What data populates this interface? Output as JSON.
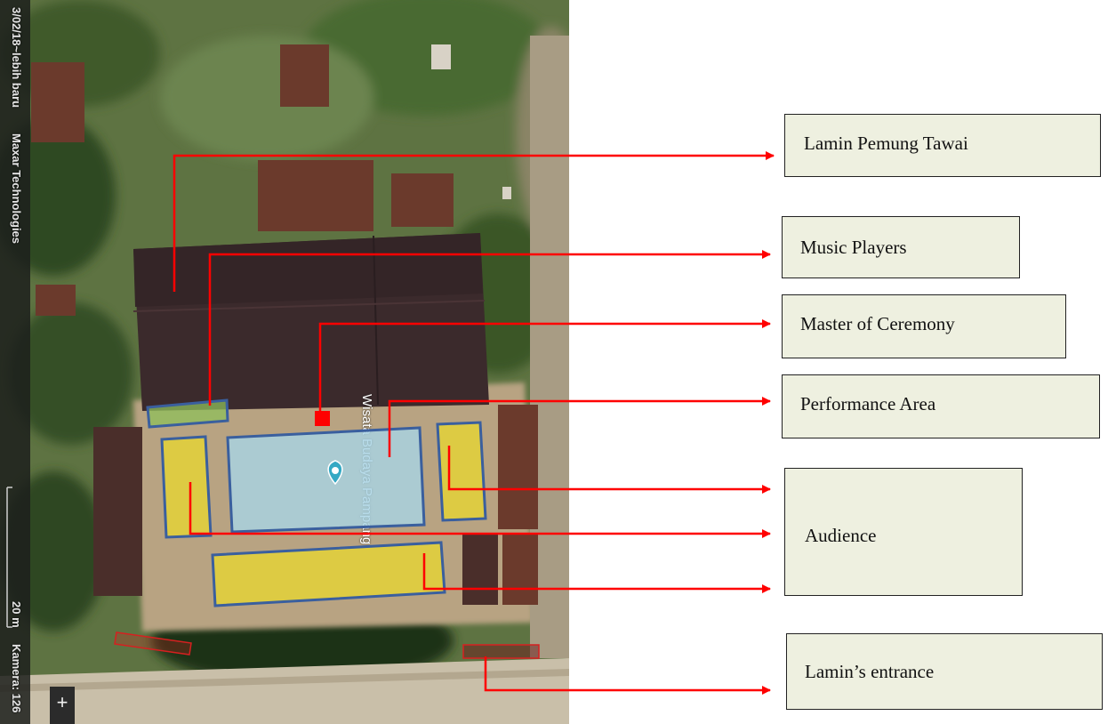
{
  "map": {
    "imagery_date": "3/02/18~lebih baru",
    "provider": "Maxar Technologies",
    "scale": "20 m",
    "camera": "Kamera: 126",
    "place_label": "Wisata Budaya Pampang"
  },
  "legend": {
    "lamin": "Lamin Pemung Tawai",
    "music": "Music Players",
    "mc": "Master of Ceremony",
    "performance": "Performance Area",
    "audience": "Audience",
    "entrance": "Lamin’s entrance"
  },
  "colors": {
    "arrow": "#ff0000",
    "zone_border": "#3a5f9e",
    "performance_fill": "#a8d4e6",
    "audience_fill": "#e3d238",
    "music_fill": "#8fbf59",
    "entrance_border": "#d62020",
    "legend_bg": "#eef0e0"
  },
  "icons": [
    "location-pin-icon",
    "plus-icon"
  ]
}
